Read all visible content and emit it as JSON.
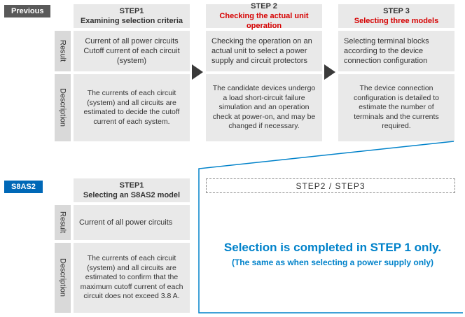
{
  "colors": {
    "accent_blue": "#0082ca",
    "red": "#d60000",
    "badge_gray": "#595959",
    "badge_blue": "#0068b7",
    "box_gray": "#e9e9e9",
    "side_gray": "#d9d9d9",
    "arrow_dark": "#3a3a3a"
  },
  "previous": {
    "badge": "Previous",
    "row_labels": {
      "result": "Result",
      "description": "Description"
    },
    "steps": [
      {
        "title": "STEP1",
        "subtitle": "Examining selection criteria",
        "result": "Current of all power circuits\nCutoff current of each circuit (system)",
        "description": "The currents of each circuit (system) and all circuits are estimated to decide the cutoff current of each system."
      },
      {
        "title": "STEP 2",
        "subtitle": "Checking the actual unit operation",
        "result": "Checking the operation on an actual unit to select a power supply and circuit protectors",
        "description": "The candidate devices undergo a load short-circuit failure simulation and an operation check at power-on, and may be changed if necessary."
      },
      {
        "title": "STEP 3",
        "subtitle": "Selecting three models",
        "result": "Selecting terminal blocks according to the device connection configuration",
        "description": "The device connection configuration is detailed to estimate the number of terminals and the currents required."
      }
    ]
  },
  "s8as2": {
    "badge": "S8AS2",
    "row_labels": {
      "result": "Result",
      "description": "Description"
    },
    "step": {
      "title": "STEP1",
      "subtitle": "Selecting an S8AS2 model",
      "result": "Current of all power circuits",
      "description": "The currents of each circuit (system) and all circuits are estimated to confirm that the maximum cutoff current of each circuit does not exceed 3.8 A."
    },
    "collapsed_label": "STEP2 / STEP3",
    "headline": "Selection is completed in STEP 1 only.",
    "subline": "(The same as when selecting a power supply only)"
  }
}
